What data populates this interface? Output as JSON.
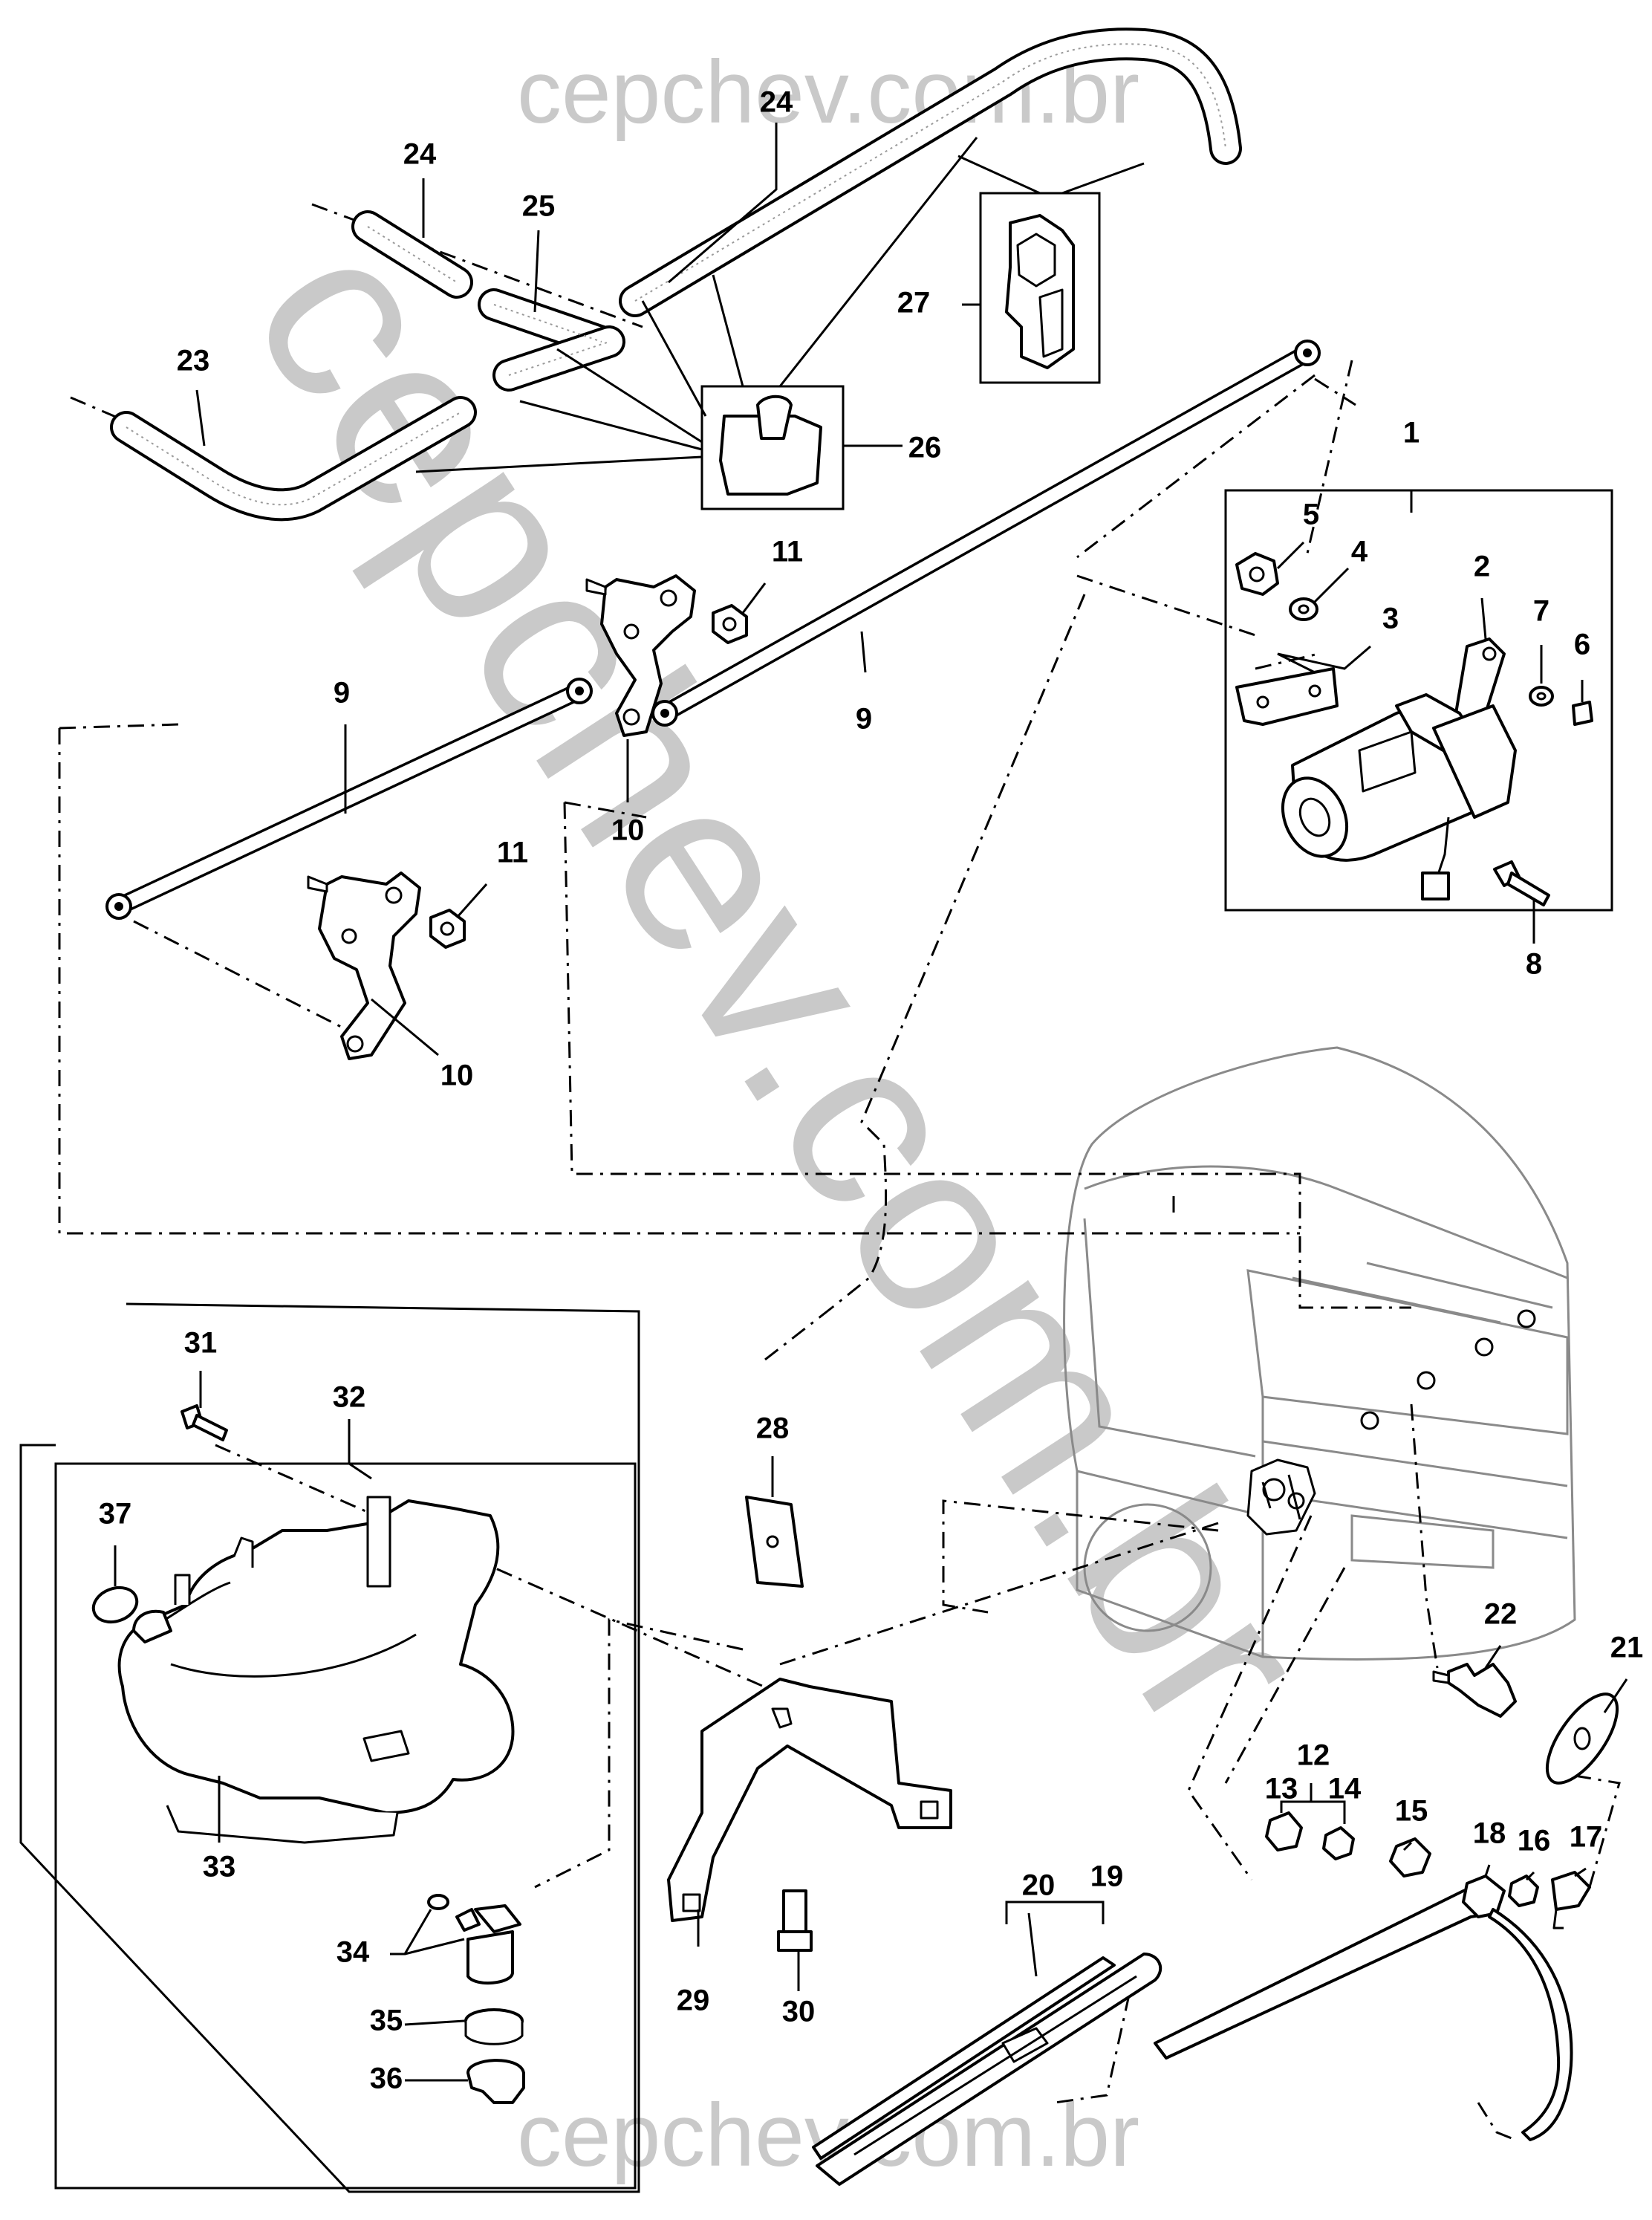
{
  "watermark": {
    "top": "cepchev.com.br",
    "bottom": "cepchev.com.br",
    "diagonal": "cepchev.com.br"
  },
  "callouts": {
    "c1": "1",
    "c2": "2",
    "c3": "3",
    "c4": "4",
    "c5": "5",
    "c6": "6",
    "c7": "7",
    "c8": "8",
    "c9a": "9",
    "c9b": "9",
    "c10a": "10",
    "c10b": "10",
    "c11a": "11",
    "c11b": "11",
    "c12": "12",
    "c13": "13",
    "c14": "14",
    "c15": "15",
    "c16": "16",
    "c17": "17",
    "c18": "18",
    "c19": "19",
    "c20": "20",
    "c21": "21",
    "c22": "22",
    "c23": "23",
    "c24a": "24",
    "c24b": "24",
    "c25": "25",
    "c26": "26",
    "c27": "27",
    "c28": "28",
    "c29": "29",
    "c30": "30",
    "c31": "31",
    "c32": "32",
    "c33": "33",
    "c34": "34",
    "c35": "35",
    "c36": "36",
    "c37": "37"
  }
}
